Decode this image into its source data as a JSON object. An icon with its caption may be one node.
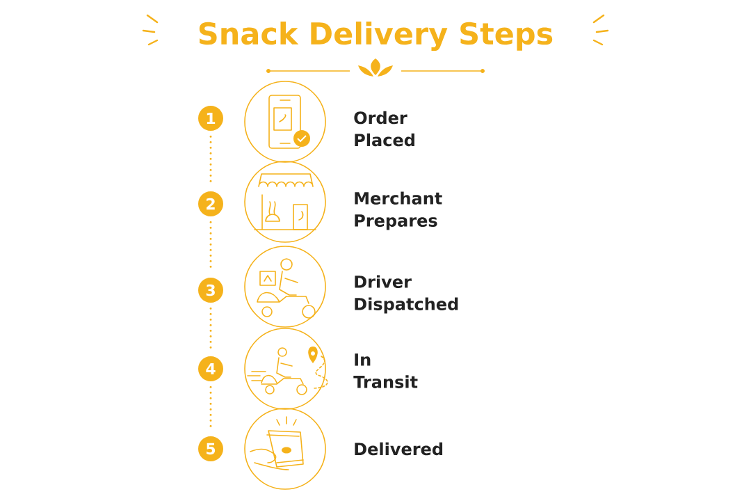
{
  "diagram": {
    "title": "Snack Delivery Steps",
    "nodes": [
      {
        "text": [
          "1"
        ]
      },
      {
        "text": [
          "2"
        ]
      },
      {
        "text": [
          "3"
        ]
      },
      {
        "text": [
          "4"
        ]
      },
      {
        "text": [
          "5"
        ]
      }
    ],
    "edges": [
      {
        "from": 0,
        "to": 1,
        "arrow": "none",
        "style": "dashed"
      },
      {
        "from": 1,
        "to": 2,
        "arrow": "none",
        "style": "dashed"
      },
      {
        "from": 2,
        "to": 3,
        "arrow": "none",
        "style": "dashed"
      },
      {
        "from": 3,
        "to": 4,
        "arrow": "none",
        "style": "dashed"
      }
    ],
    "labels": [
      "Order Placed",
      "Merchant Prepares",
      "Driver Dispatched",
      "In Transit",
      "Delivered"
    ]
  }
}
